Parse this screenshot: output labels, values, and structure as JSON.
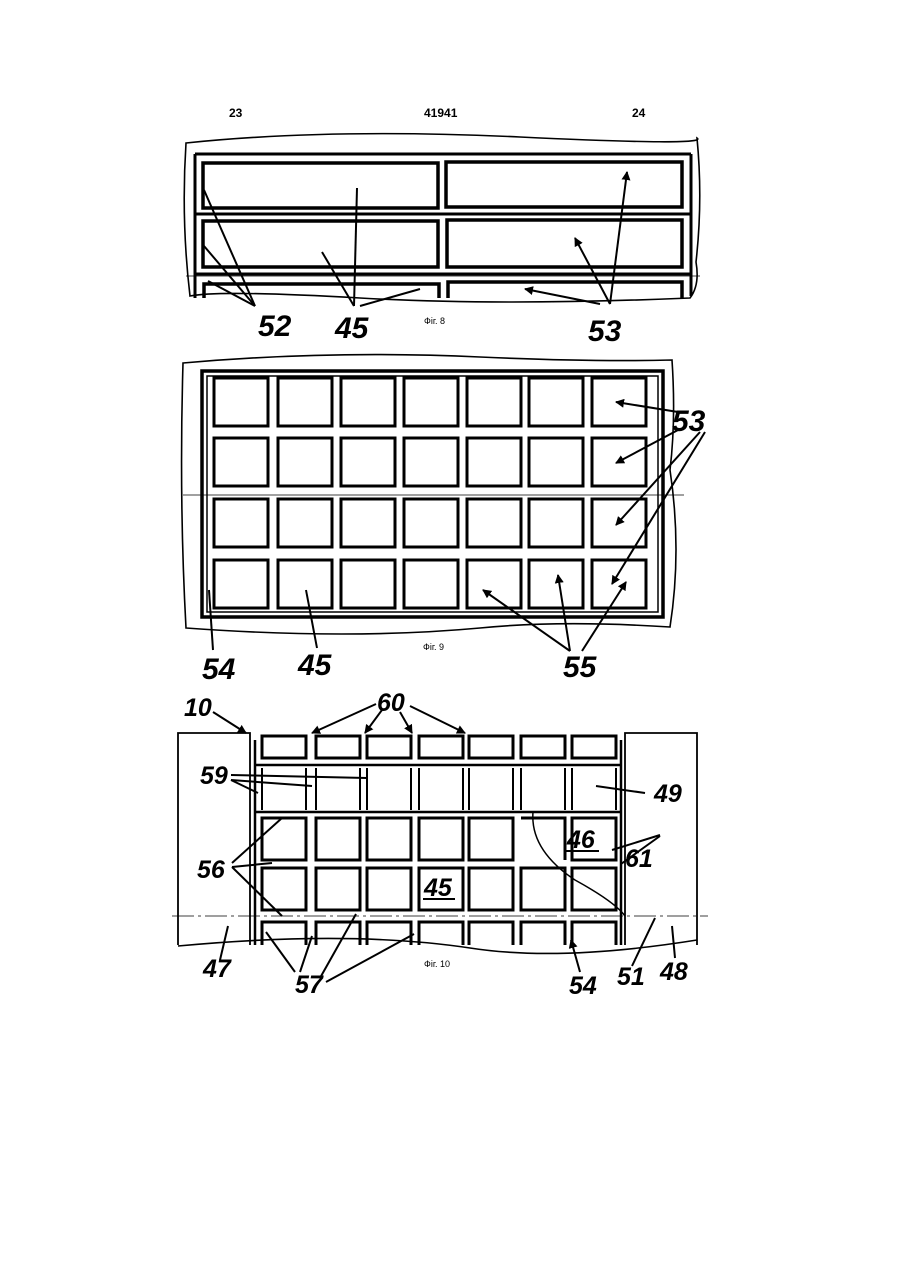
{
  "header": {
    "left_page": "23",
    "doc_number": "41941",
    "right_page": "24"
  },
  "fig8": {
    "caption": "Фіг. 8",
    "labels": [
      "52",
      "45",
      "53"
    ]
  },
  "fig9": {
    "caption": "Фіг. 9",
    "labels": [
      "53",
      "54",
      "45",
      "55"
    ]
  },
  "fig10": {
    "caption": "Фіг. 10",
    "labels": [
      "10",
      "60",
      "59",
      "49",
      "46",
      "61",
      "56",
      "45",
      "47",
      "57",
      "54",
      "51",
      "48"
    ]
  }
}
